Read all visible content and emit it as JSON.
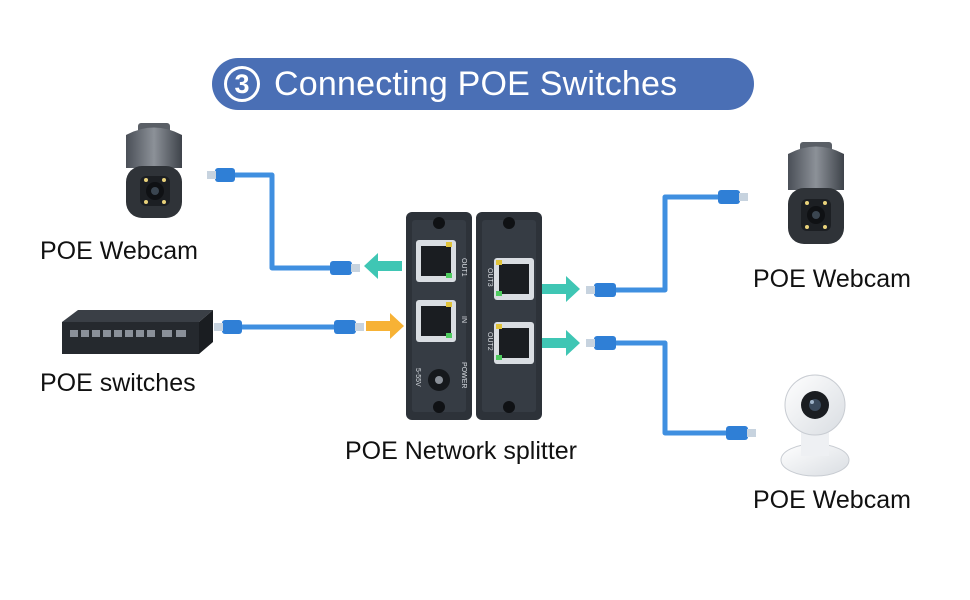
{
  "header": {
    "step_number": "3",
    "title": "Connecting POE Switches"
  },
  "labels": {
    "webcam_left": "POE Webcam",
    "switch": "POE switches",
    "splitter": "POE Network splitter",
    "webcam_right_top": "POE Webcam",
    "webcam_right_bottom": "POE Webcam"
  },
  "splitter_ports": {
    "out1": "OUT1",
    "in": "IN",
    "power": "POWER",
    "voltage": "5-55V",
    "out3": "OUT3",
    "out2": "OUT2"
  },
  "colors": {
    "title_bg": "#4a6fb5",
    "cable": "#3f8fe0",
    "arrow_out": "#3fc6b4",
    "arrow_in": "#f7b235",
    "device_body": "#2d3239"
  }
}
